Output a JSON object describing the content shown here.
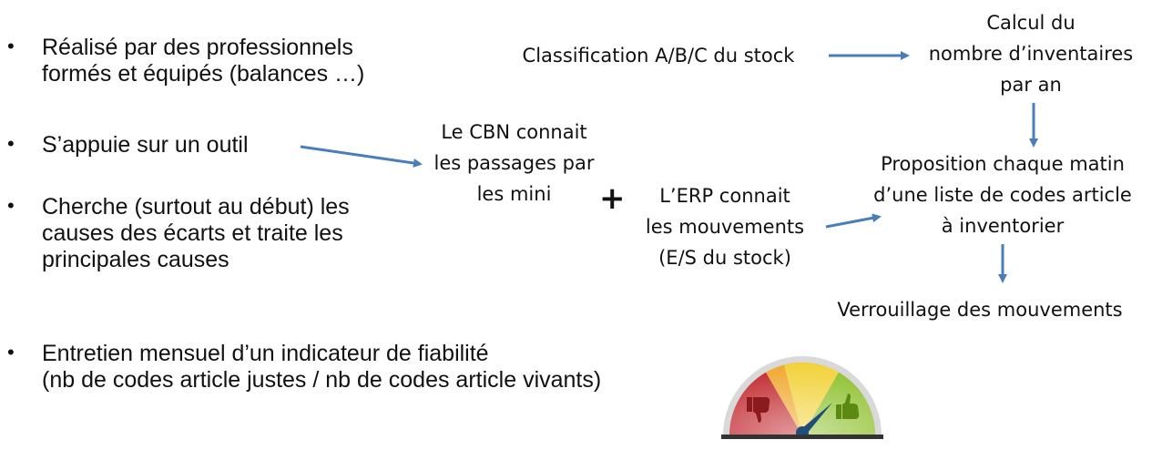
{
  "bullets": [
    {
      "lines": [
        "Réalisé par des professionnels",
        "formés et équipés (balances …)"
      ]
    },
    {
      "lines": [
        "S’appuie sur un outil"
      ]
    },
    {
      "lines": [
        "Cherche (surtout au début) les",
        "causes des écarts et traite les",
        "principales causes"
      ]
    },
    {
      "lines": [
        "Entretien mensuel d’un indicateur de fiabilité",
        "(nb de codes article justes / nb de codes article vivants)"
      ]
    }
  ],
  "bullet_symbol": "•",
  "nodes": {
    "cbn": [
      "Le CBN connait",
      "les passages par",
      "les mini"
    ],
    "plus": "+",
    "erp": [
      "L’ERP connait",
      "les mouvements",
      "(E/S du stock)"
    ],
    "classification": [
      "Classification A/B/C du stock"
    ],
    "calcul": [
      "Calcul du",
      "nombre d’inventaires",
      "par an"
    ],
    "proposition": [
      "Proposition chaque matin",
      "d’une liste de codes article",
      "à inventorier"
    ],
    "verrouillage": [
      "Verrouillage des mouvements"
    ]
  },
  "colors": {
    "arrow": "#4a7ebb",
    "gauge_red": "#c0262c",
    "gauge_orange": "#f0a830",
    "gauge_yellow": "#f2d23a",
    "gauge_green": "#8cbf2a"
  },
  "icons": {
    "gauge": "fiability-gauge-icon"
  }
}
